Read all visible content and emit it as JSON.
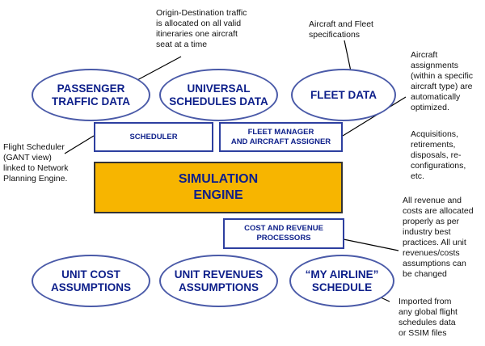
{
  "ellipses": {
    "passenger_traffic": "PASSENGER\nTRAFFIC DATA",
    "universal_schedules": "UNIVERSAL\nSCHEDULES DATA",
    "fleet_data": "FLEET DATA",
    "unit_cost": "UNIT COST\nASSUMPTIONS",
    "unit_revenues": "UNIT REVENUES\nASSUMPTIONS",
    "my_airline": "“MY AIRLINE”\nSCHEDULE"
  },
  "boxes": {
    "scheduler": "SCHEDULER",
    "fleet_manager": "FLEET MANAGER\nAND AIRCRAFT ASSIGNER",
    "simulation_engine": "SIMULATION\nENGINE",
    "cost_revenue": "COST AND REVENUE\nPROCESSORS"
  },
  "notes": {
    "origin_destination": "Origin-Destination traffic\nis allocated on all valid\nitineraries one aircraft\nseat at a time",
    "aircraft_fleet_specs": "Aircraft and Fleet\nspecifications",
    "aircraft_assignments": "Aircraft\nassignments\n(within a specific\naircraft type) are\nautomatically\noptimized.",
    "acquisitions": "Acquisitions,\nretirements,\ndisposals, re-\nconfigurations,\netc.",
    "flight_scheduler": "Flight Scheduler\n(GANT view)\nlinked to Network\nPlanning Engine.",
    "revenue_costs": "All revenue and\ncosts are allocated\nproperly as per\nindustry best\npractices. All unit\nrevenues/costs\nassumptions can\nbe changed",
    "imported": "Imported from\nany global flight\nschedules data\nor SSIM files"
  }
}
